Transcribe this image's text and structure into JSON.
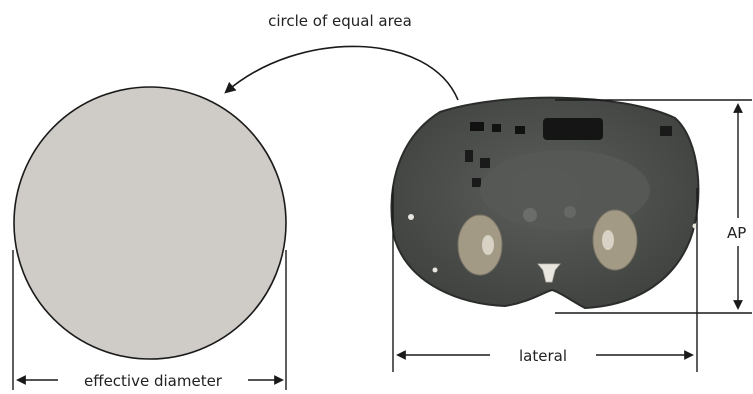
{
  "labels": {
    "top": "circle of equal area",
    "effective": "effective diameter",
    "lateral": "lateral",
    "ap": "AP"
  },
  "colors": {
    "circle_fill": "#cfcbc6",
    "outline": "#1a1a1a",
    "body_fill": "#4e514e",
    "body_edge": "#2b2d2b",
    "kidney": "#a39a86",
    "gas": "#111111",
    "bone": "#e8e6df"
  }
}
